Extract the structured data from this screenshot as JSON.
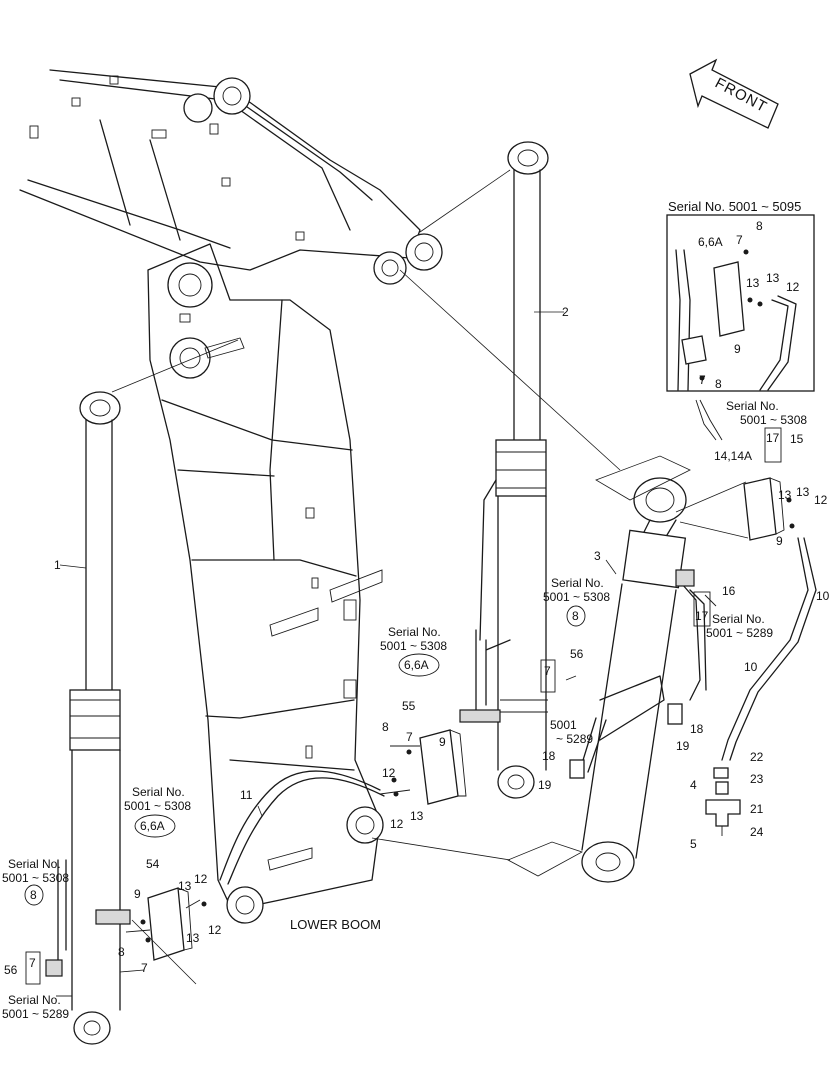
{
  "front_label": "FRONT",
  "lower_boom_label": "LOWER BOOM",
  "inset_title": "Serial No. 5001 ~ 5095",
  "serial_notes": {
    "s5308_a": [
      "Serial No.",
      "5001 ~ 5308"
    ],
    "s5308_b": [
      "Serial No.",
      "5001 ~ 5308"
    ],
    "s5308_c": [
      "Serial No.",
      "5001 ~ 5308"
    ],
    "s5308_d": [
      "Serial No.",
      "5001 ~ 5308"
    ],
    "s5308_e": [
      "Serial No.",
      "5001 ~ 5308"
    ],
    "s5289_a": [
      "Serial No.",
      "5001 ~ 5289"
    ],
    "s5289_b": [
      "Serial No.",
      "5001 ~ 5289"
    ],
    "s5289_c": "5001",
    "s5289_c2": "~ 5289"
  },
  "callouts": {
    "c1": "1",
    "c2": "2",
    "c3": "3",
    "c4": "4",
    "c5": "5",
    "c6_55": "6,6A",
    "c6_54": "6,6A",
    "c6_in": "6,6A",
    "c7": "7",
    "c8": "8",
    "c9": "9",
    "c10": "10",
    "c11": "11",
    "c12": "12",
    "c13": "13",
    "c14": "14,14A",
    "c15": "15",
    "c16": "16",
    "c17": "17",
    "c18": "18",
    "c19": "19",
    "c21": "21",
    "c22": "22",
    "c23": "23",
    "c24": "24",
    "c54": "54",
    "c55": "55",
    "c56": "56"
  }
}
